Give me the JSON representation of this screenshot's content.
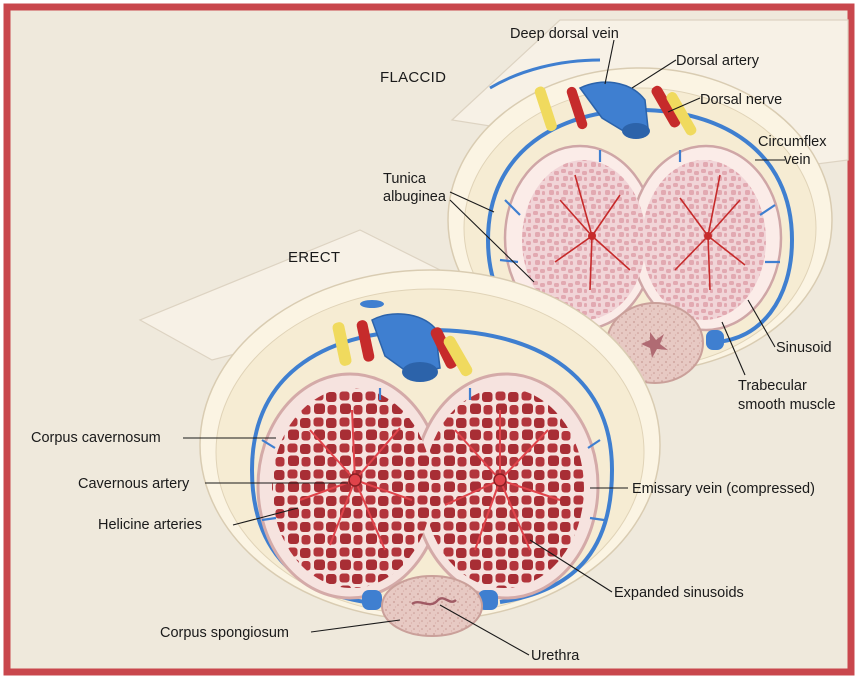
{
  "colors": {
    "frame": "#c9474d",
    "background": "#efe9dc",
    "vein": "#3f7fd0",
    "artery": "#c62b2b",
    "nerve": "#f0da5e",
    "sinusoid_erect": "#b3353c",
    "sinusoid_flaccid": "#e9b8bf",
    "tissue": "#f3ddd9"
  },
  "titles": {
    "flaccid": "FLACCID",
    "erect": "ERECT"
  },
  "labels": {
    "deep_dorsal_vein": "Deep dorsal vein",
    "dorsal_artery": "Dorsal artery",
    "dorsal_nerve": "Dorsal nerve",
    "circumflex_vein_1": "Circumflex",
    "circumflex_vein_2": "vein",
    "tunica_1": "Tunica",
    "tunica_2": "albuginea",
    "sinusoid": "Sinusoid",
    "trabecular_1": "Trabecular",
    "trabecular_2": "smooth muscle",
    "corpus_cavernosum": "Corpus cavernosum",
    "cavernous_artery": "Cavernous artery",
    "helicine_arteries": "Helicine arteries",
    "emissary_vein": "Emissary vein (compressed)",
    "expanded_sinusoids": "Expanded sinusoids",
    "corpus_spongiosum": "Corpus spongiosum",
    "urethra": "Urethra"
  }
}
